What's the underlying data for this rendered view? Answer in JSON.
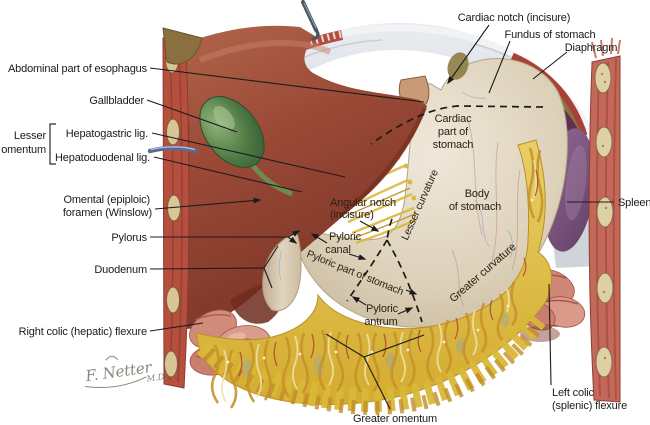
{
  "figure_type": "anatomical-illustration-stomach-in-situ",
  "labels": {
    "esophagus": "Abdominal part of esophagus",
    "gallbladder": "Gallbladder",
    "lesser_omentum_1": "Lesser",
    "lesser_omentum_2": "omentum",
    "hepatogastric": "Hepatogastric lig.",
    "hepatoduodenal": "Hepatoduodenal lig.",
    "omental_1": "Omental (epiploic)",
    "omental_2": "foramen (Winslow)",
    "pylorus": "Pylorus",
    "duodenum": "Duodenum",
    "right_colic": "Right colic (hepatic) flexure",
    "cardiac_notch": "Cardiac notch (incisure)",
    "fundus": "Fundus of stomach",
    "diaphragm": "Diaphragm",
    "spleen": "Spleen",
    "left_colic_1": "Left colic",
    "left_colic_2": "(splenic) flexure",
    "greater_omentum": "Greater omentum",
    "cardiac_part_1": "Cardiac",
    "cardiac_part_2": "part of",
    "cardiac_part_3": "stomach",
    "body_1": "Body",
    "body_2": "of stomach",
    "angular_1": "Angular notch",
    "angular_2": "(incisure)",
    "pyloric_canal_1": "Pyloric",
    "pyloric_canal_2": "canal",
    "pyloric_part": "Pyloric part of stomach",
    "pyloric_antrum_1": "Pyloric",
    "pyloric_antrum_2": "antrum",
    "lesser_curvature": "Lesser curvature",
    "greater_curvature": "Greater curvature"
  },
  "signature": {
    "name": "F. Netter",
    "degree": "M.D."
  },
  "palette": {
    "liver": "#9a4936",
    "stomach": "#e2d6c0",
    "omentum_yellow": "#ddb637",
    "gallbladder_green": "#4f7a44",
    "spleen_purple": "#7d587f",
    "colon_pink": "#d28b7b",
    "body_wall_red": "#b5503f",
    "diaphragm_dome_gray": "#d5dade",
    "label_text": "#1d1a17",
    "dashed_line": "#211a10"
  }
}
